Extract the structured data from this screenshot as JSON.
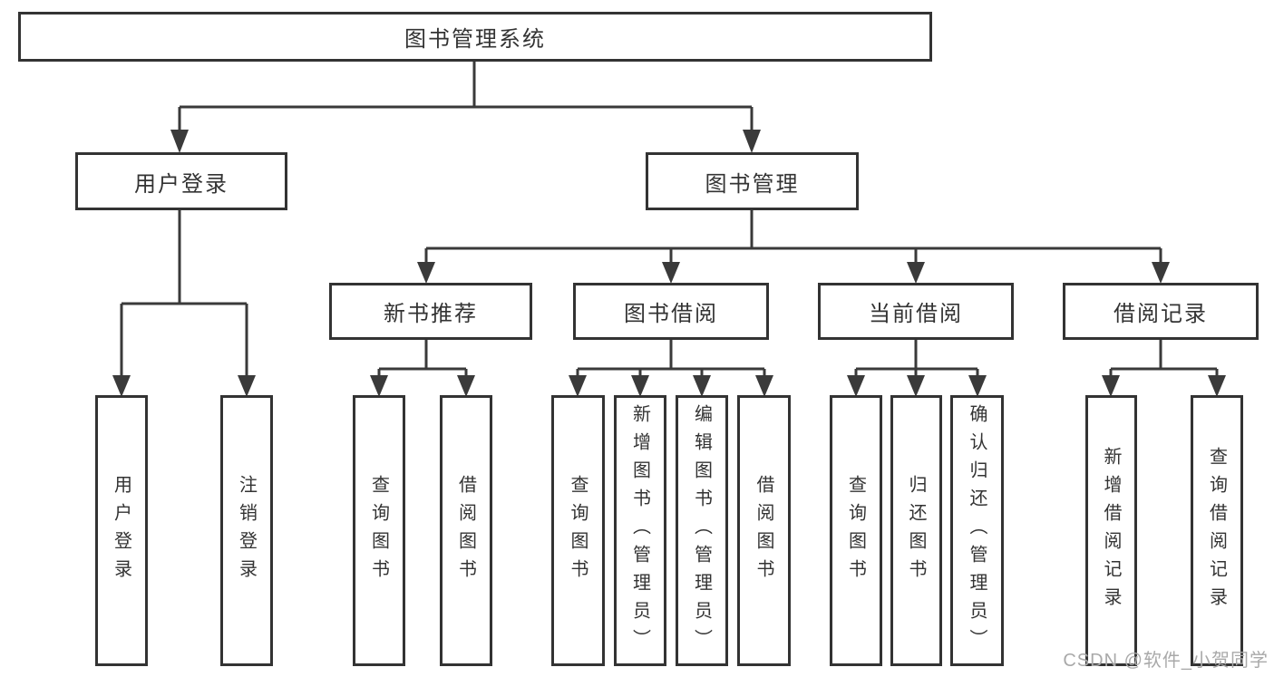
{
  "nodes": {
    "root": {
      "label": "图书管理系统"
    },
    "level2": [
      {
        "label": "用户登录"
      },
      {
        "label": "图书管理"
      }
    ],
    "level3": [
      {
        "label": "新书推荐"
      },
      {
        "label": "图书借阅"
      },
      {
        "label": "当前借阅"
      },
      {
        "label": "借阅记录"
      }
    ],
    "leaves": {
      "login": [
        {
          "label": "用户登录"
        },
        {
          "label": "注销登录"
        }
      ],
      "recommend": [
        {
          "label": "查询图书"
        },
        {
          "label": "借阅图书"
        }
      ],
      "borrow": [
        {
          "label": "查询图书"
        },
        {
          "label": "新增图书（管理员）"
        },
        {
          "label": "编辑图书（管理员）"
        },
        {
          "label": "借阅图书"
        }
      ],
      "current": [
        {
          "label": "查询图书"
        },
        {
          "label": "归还图书"
        },
        {
          "label": "确认归还（管理员）"
        }
      ],
      "records": [
        {
          "label": "新增借阅记录"
        },
        {
          "label": "查询借阅记录"
        }
      ]
    }
  },
  "watermark": {
    "text": "CSDN @软件_小贺同学"
  },
  "colors": {
    "line": "#3a3a3a",
    "border": "#333333",
    "text": "#333333",
    "background": "#ffffff",
    "watermark": "#a9a9a9"
  }
}
